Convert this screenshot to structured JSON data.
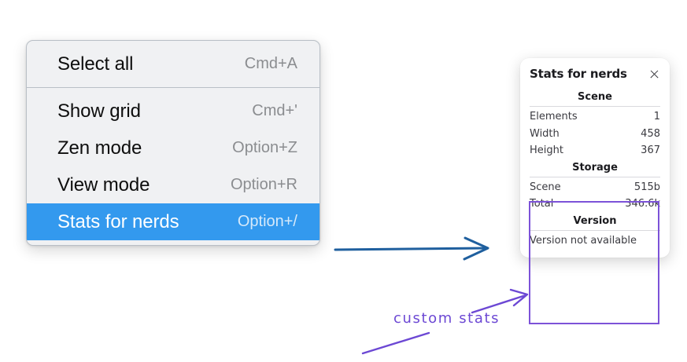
{
  "context_menu": {
    "name": "canvas-context-menu",
    "groups": [
      {
        "items": [
          {
            "label": "Select all",
            "shortcut": "Cmd+A",
            "selected": false
          }
        ]
      },
      {
        "items": [
          {
            "label": "Show grid",
            "shortcut": "Cmd+'",
            "selected": false
          },
          {
            "label": "Zen mode",
            "shortcut": "Option+Z",
            "selected": false
          },
          {
            "label": "View mode",
            "shortcut": "Option+R",
            "selected": false
          },
          {
            "label": "Stats for nerds",
            "shortcut": "Option+/",
            "selected": true
          }
        ]
      }
    ]
  },
  "stats_panel": {
    "title": "Stats for nerds",
    "close_icon": "close-icon",
    "sections": [
      {
        "heading": "Scene",
        "rows": [
          {
            "key": "Elements",
            "value": "1"
          },
          {
            "key": "Width",
            "value": "458"
          },
          {
            "key": "Height",
            "value": "367"
          }
        ]
      },
      {
        "heading": "Storage",
        "rows": [
          {
            "key": "Scene",
            "value": "515b"
          },
          {
            "key": "Total",
            "value": "346.6k"
          }
        ]
      },
      {
        "heading": "Version",
        "text": "Version not available"
      }
    ]
  },
  "annotations": {
    "custom_stats_label": "custom stats",
    "blue_arrow_color": "#1f5f9e",
    "purple_color": "#6c48d4",
    "highlight_color": "#7c52d8"
  }
}
